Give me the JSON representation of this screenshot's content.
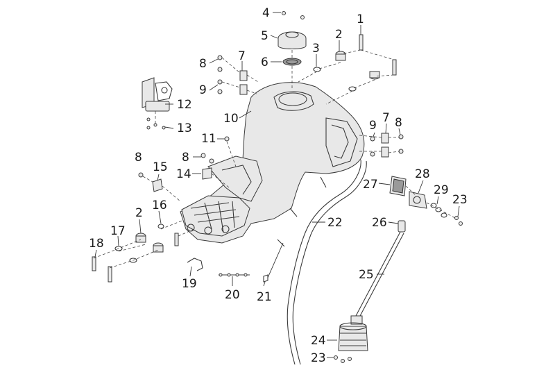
{
  "callouts": [
    {
      "id": "c1",
      "text": "1"
    },
    {
      "id": "c2a",
      "text": "2"
    },
    {
      "id": "c2b",
      "text": "2"
    },
    {
      "id": "c3",
      "text": "3"
    },
    {
      "id": "c4",
      "text": "4"
    },
    {
      "id": "c5",
      "text": "5"
    },
    {
      "id": "c6",
      "text": "6"
    },
    {
      "id": "c7a",
      "text": "7"
    },
    {
      "id": "c7b",
      "text": "7"
    },
    {
      "id": "c8a",
      "text": "8"
    },
    {
      "id": "c8b",
      "text": "8"
    },
    {
      "id": "c8c",
      "text": "8"
    },
    {
      "id": "c8d",
      "text": "8"
    },
    {
      "id": "c9a",
      "text": "9"
    },
    {
      "id": "c9b",
      "text": "9"
    },
    {
      "id": "c10",
      "text": "10"
    },
    {
      "id": "c11",
      "text": "11"
    },
    {
      "id": "c12",
      "text": "12"
    },
    {
      "id": "c13",
      "text": "13"
    },
    {
      "id": "c14",
      "text": "14"
    },
    {
      "id": "c15",
      "text": "15"
    },
    {
      "id": "c16",
      "text": "16"
    },
    {
      "id": "c17",
      "text": "17"
    },
    {
      "id": "c18",
      "text": "18"
    },
    {
      "id": "c19",
      "text": "19"
    },
    {
      "id": "c20",
      "text": "20"
    },
    {
      "id": "c21",
      "text": "21"
    },
    {
      "id": "c22",
      "text": "22"
    },
    {
      "id": "c23a",
      "text": "23"
    },
    {
      "id": "c23b",
      "text": "23"
    },
    {
      "id": "c24",
      "text": "24"
    },
    {
      "id": "c25",
      "text": "25"
    },
    {
      "id": "c26",
      "text": "26"
    },
    {
      "id": "c27",
      "text": "27"
    },
    {
      "id": "c28",
      "text": "28"
    },
    {
      "id": "c29",
      "text": "29"
    }
  ]
}
